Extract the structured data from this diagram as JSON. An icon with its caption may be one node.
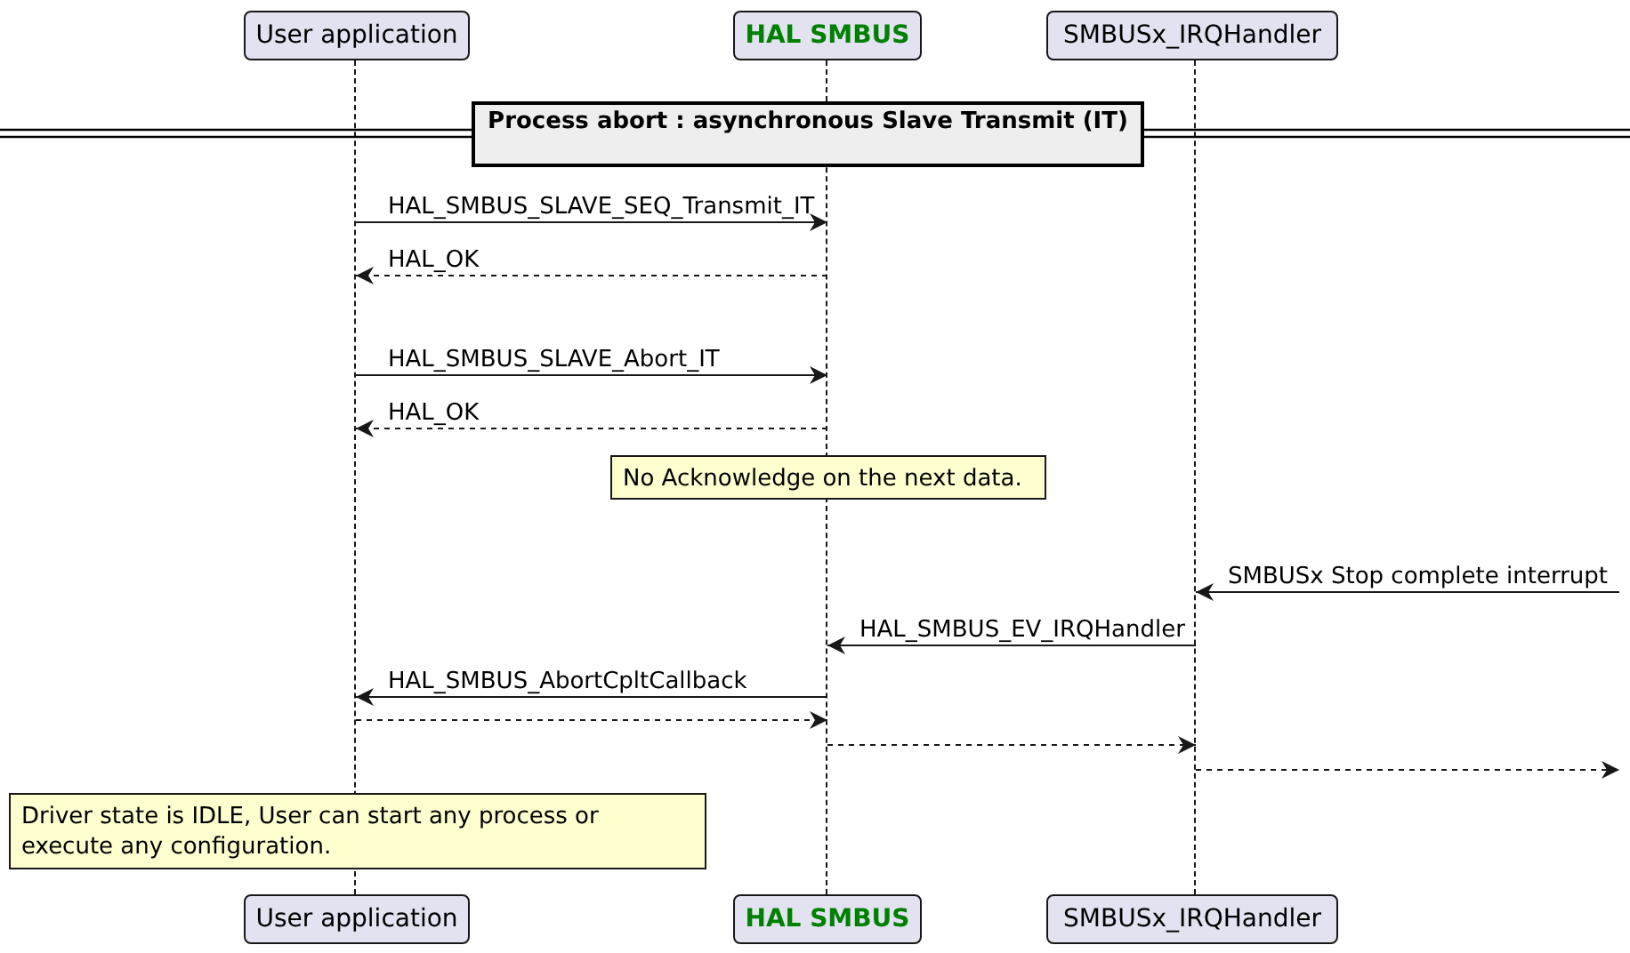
{
  "diagram": {
    "nodes": [
      {
        "text": [
          "User application"
        ]
      },
      {
        "text": [
          "HAL SMBUS"
        ]
      },
      {
        "text": [
          "SMBUSx_IRQHandler"
        ]
      },
      {
        "text": [
          "Process abort : asynchronous Slave Transmit (IT)"
        ]
      },
      {
        "text": [
          "No Acknowledge on the next data."
        ]
      },
      {
        "text": [
          "Driver state is IDLE, User can start any process or execute any configuration."
        ]
      },
      {
        "text": [
          "User application"
        ]
      },
      {
        "text": [
          "HAL SMBUS"
        ]
      },
      {
        "text": [
          "SMBUSx_IRQHandler"
        ]
      },
      {
        "text": [],
        "shape": "line"
      },
      {
        "text": [],
        "shape": "line"
      },
      {
        "text": [],
        "shape": "line"
      }
    ],
    "edges": [
      {
        "from": 9,
        "to": 10,
        "arrow": "to",
        "label": "HAL_SMBUS_SLAVE_SEQ_Transmit_IT"
      },
      {
        "from": 10,
        "to": 9,
        "arrow": "to",
        "style": "dashed",
        "label": "HAL_OK"
      },
      {
        "from": 9,
        "to": 10,
        "arrow": "to",
        "label": "HAL_SMBUS_SLAVE_Abort_IT"
      },
      {
        "from": 10,
        "to": 9,
        "arrow": "to",
        "style": "dashed",
        "label": "HAL_OK"
      },
      {
        "from": null,
        "to": 11,
        "arrow": "to",
        "label": "SMBUSx Stop complete interrupt"
      },
      {
        "from": 11,
        "to": 10,
        "arrow": "to",
        "label": "HAL_SMBUS_EV_IRQHandler"
      },
      {
        "from": 10,
        "to": 9,
        "arrow": "to",
        "label": "HAL_SMBUS_AbortCpltCallback"
      },
      {
        "from": 9,
        "to": 10,
        "arrow": "to",
        "style": "dashed"
      },
      {
        "from": 10,
        "to": 11,
        "arrow": "to",
        "style": "dashed"
      },
      {
        "from": 11,
        "to": null,
        "arrow": "to",
        "style": "dashed"
      }
    ]
  }
}
